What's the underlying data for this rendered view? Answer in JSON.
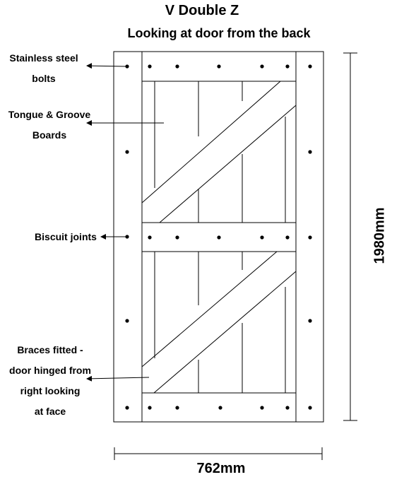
{
  "title": "V Double Z",
  "subtitle": "Looking at door from the back",
  "labels": {
    "bolts": [
      "Stainless steel",
      "bolts"
    ],
    "tongue_groove": [
      "Tongue & Groove",
      "Boards"
    ],
    "biscuit": "Biscuit joints",
    "braces": [
      "Braces fitted -",
      "door hinged from",
      "right looking",
      "at face"
    ]
  },
  "dimensions": {
    "width": "762mm",
    "height": "1980mm"
  }
}
